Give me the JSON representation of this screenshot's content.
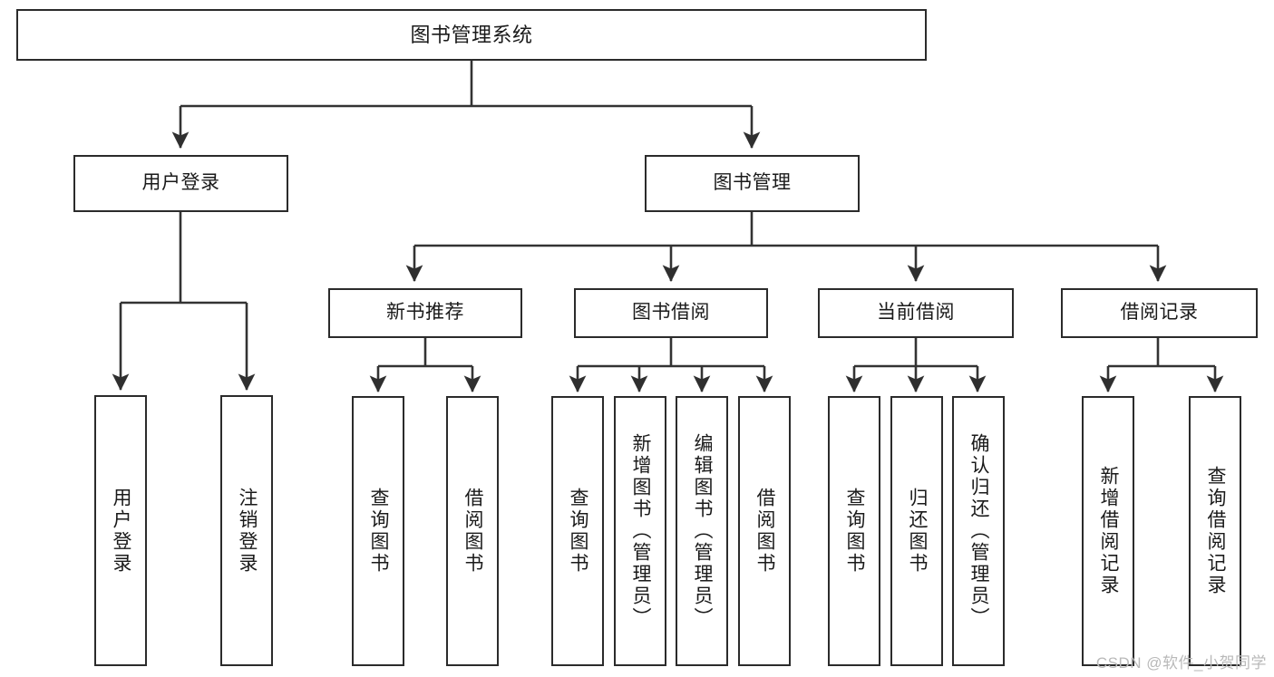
{
  "diagram": {
    "title": "图书管理系统",
    "type": "tree",
    "watermark": "CSDN @软件_小贺同学",
    "colors": {
      "box_border": "#2b2b2b",
      "box_fill": "#ffffff",
      "connector": "#333333",
      "text": "#1a1a1a",
      "watermark": "#b9b9b9",
      "background": "#ffffff"
    },
    "root": {
      "label": "图书管理系统"
    },
    "level2": [
      {
        "label": "用户登录"
      },
      {
        "label": "图书管理"
      }
    ],
    "level3": [
      {
        "label": "新书推荐"
      },
      {
        "label": "图书借阅"
      },
      {
        "label": "当前借阅"
      },
      {
        "label": "借阅记录"
      }
    ],
    "leaves": {
      "user_login": [
        {
          "label": "用户登录"
        },
        {
          "label": "注销登录"
        }
      ],
      "new_book_recommend": [
        {
          "label": "查询图书"
        },
        {
          "label": "借阅图书"
        }
      ],
      "book_borrow": [
        {
          "label": "查询图书"
        },
        {
          "label": "新增图书（管理员）"
        },
        {
          "label": "编辑图书（管理员）"
        },
        {
          "label": "借阅图书"
        }
      ],
      "current_borrow": [
        {
          "label": "查询图书"
        },
        {
          "label": "归还图书"
        },
        {
          "label": "确认归还（管理员）"
        }
      ],
      "borrow_record": [
        {
          "label": "新增借阅记录"
        },
        {
          "label": "查询借阅记录"
        }
      ]
    }
  }
}
